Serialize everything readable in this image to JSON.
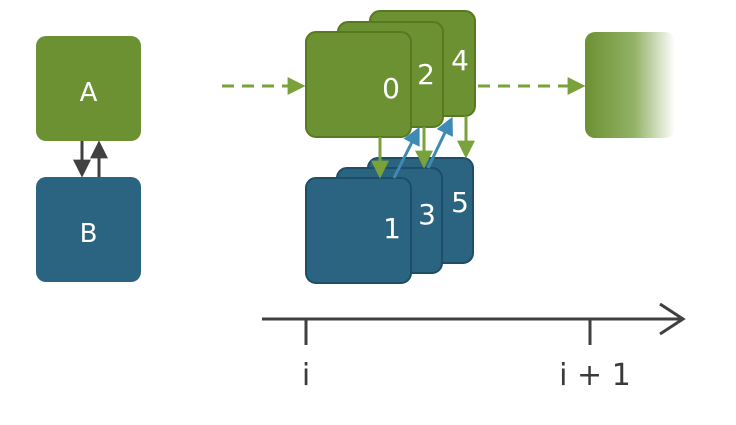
{
  "colors": {
    "green": "#6b9132",
    "green_dark": "#58791f",
    "blue": "#2a6481",
    "blue_dark": "#1d4d67",
    "arrow_green": "#79a23a",
    "arrow_blue": "#3d8ab5",
    "dark_arrow": "#404040",
    "axis": "#404040"
  },
  "left": {
    "a_label": "A",
    "b_label": "B"
  },
  "stack": {
    "green_labels": [
      "0",
      "2",
      "4"
    ],
    "blue_labels": [
      "1",
      "3",
      "5"
    ]
  },
  "axis": {
    "tick_start": "i",
    "tick_end": "i + 1"
  }
}
